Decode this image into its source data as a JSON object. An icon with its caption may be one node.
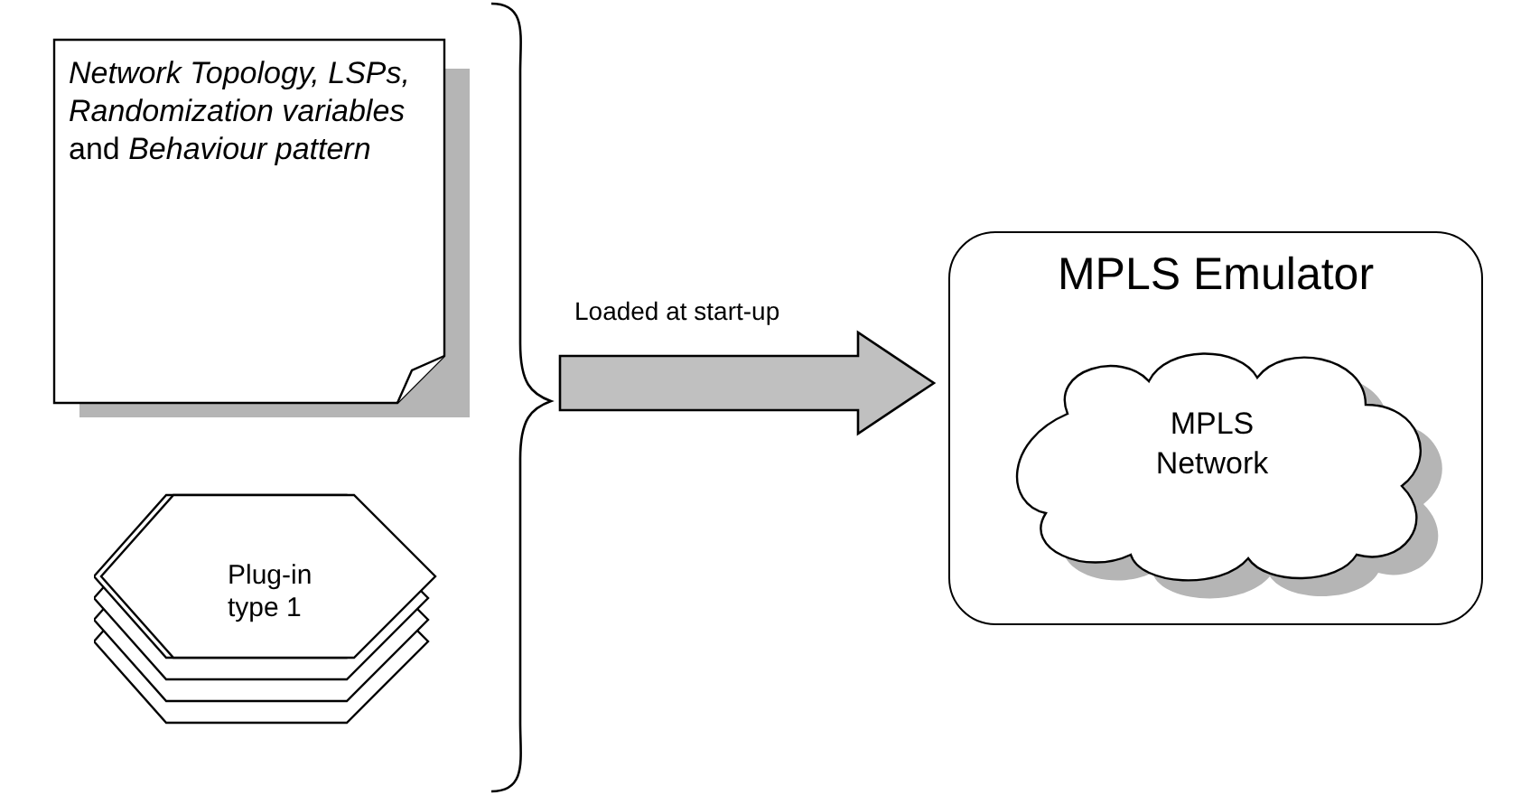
{
  "diagram": {
    "nodes": [
      {
        "text": [
          "*Network Topology, LSPs, Randomization variables* and *Behaviour pattern*"
        ]
      },
      {
        "text": [
          "Plug-in type 1"
        ]
      },
      {
        "text": [
          "MPLS Emulator"
        ]
      },
      {
        "text": [
          "MPLS Network"
        ],
        "in": 2
      }
    ],
    "edges": [
      {
        "from": null,
        "to": 2,
        "arrow": "to",
        "label": "Loaded at start-up"
      }
    ]
  }
}
